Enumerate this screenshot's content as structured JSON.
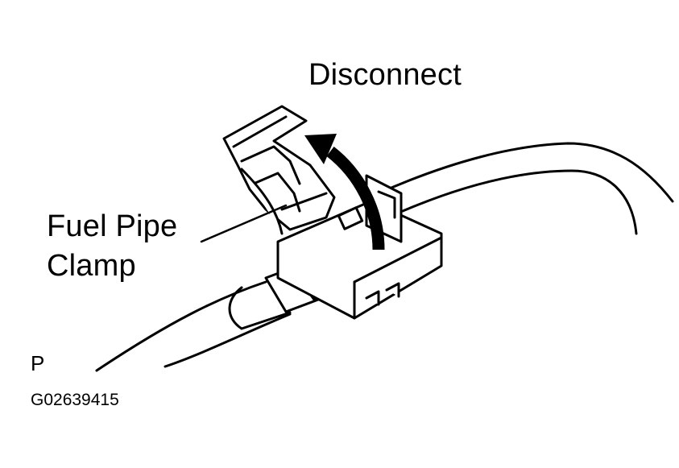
{
  "diagram": {
    "labels": {
      "action": "Disconnect",
      "part_line1": "Fuel Pipe",
      "part_line2": "Clamp",
      "view_marker": "P",
      "figure_code": "G02639415"
    },
    "colors": {
      "ink": "#000000",
      "paper": "#ffffff",
      "shade": "#d9d9d9"
    },
    "icons": {
      "motion": "curved-arrow-icon"
    }
  }
}
